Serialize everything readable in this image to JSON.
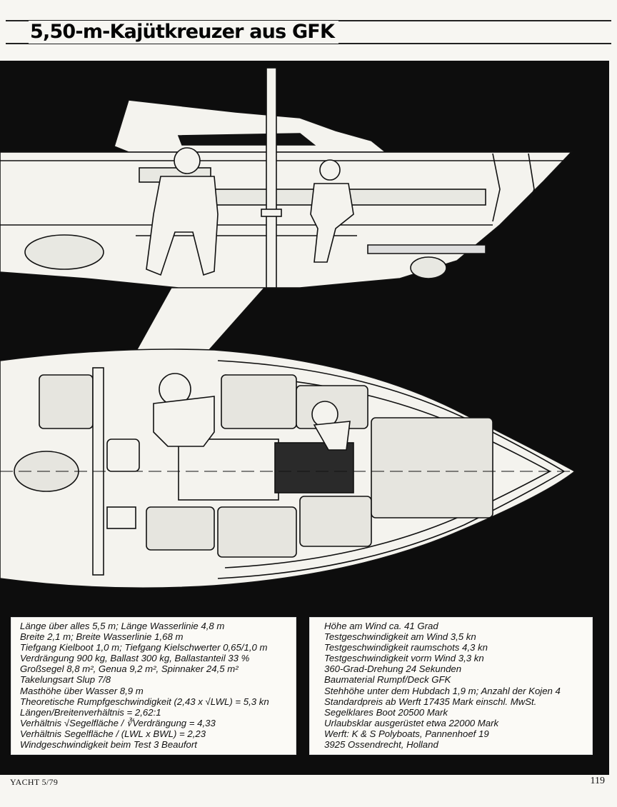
{
  "header": {
    "title": "5,50-m-Kajütkreuzer aus GFK"
  },
  "figure": {
    "image_description_name": "boat-drawing"
  },
  "specs_left": [
    "Länge über alles 5,5 m; Länge Wasserlinie 4,8 m",
    "Breite 2,1 m; Breite Wasserlinie 1,68 m",
    "Tiefgang Kielboot 1,0 m; Tiefgang Kielschwerter 0,65/1,0 m",
    "Verdrängung 900 kg, Ballast 300 kg, Ballastanteil 33 %",
    "Großsegel 8,8 m², Genua 9,2 m², Spinnaker 24,5 m²",
    "Takelungsart Slup 7/8",
    "Masthöhe über Wasser 8,9 m",
    "Theoretische Rumpfgeschwindigkeit (2,43 x √LWL) = 5,3 kn",
    "Längen/Breitenverhältnis = 2,62:1",
    "Verhältnis √Segelfläche / ∛Verdrängung = 4,33",
    "Verhältnis Segelfläche / (LWL x BWL) = 2,23",
    "Windgeschwindigkeit beim Test 3 Beaufort"
  ],
  "specs_right": [
    "Höhe am Wind ca. 41 Grad",
    "Testgeschwindigkeit am Wind 3,5 kn",
    "Testgeschwindigkeit raumschots 4,3 kn",
    "Testgeschwindigkeit vorm Wind 3,3 kn",
    "360-Grad-Drehung 24 Sekunden",
    "Baumaterial Rumpf/Deck GFK",
    "Stehhöhe unter dem Hubdach 1,9 m; Anzahl der Kojen 4",
    "Standardpreis ab Werft 17435 Mark einschl. MwSt.",
    "Segelklares Boot 20500 Mark",
    "Urlaubsklar ausgerüstet etwa 22000 Mark",
    "Werft: K & S Polyboats, Pannenhoef 19",
    "3925 Ossendrecht, Holland"
  ],
  "footer": {
    "magazine": "YACHT 5/79",
    "page_number": "119"
  },
  "colors": {
    "background": "#0d0d0d",
    "paper": "#f7f6f2",
    "ink": "#111111"
  }
}
